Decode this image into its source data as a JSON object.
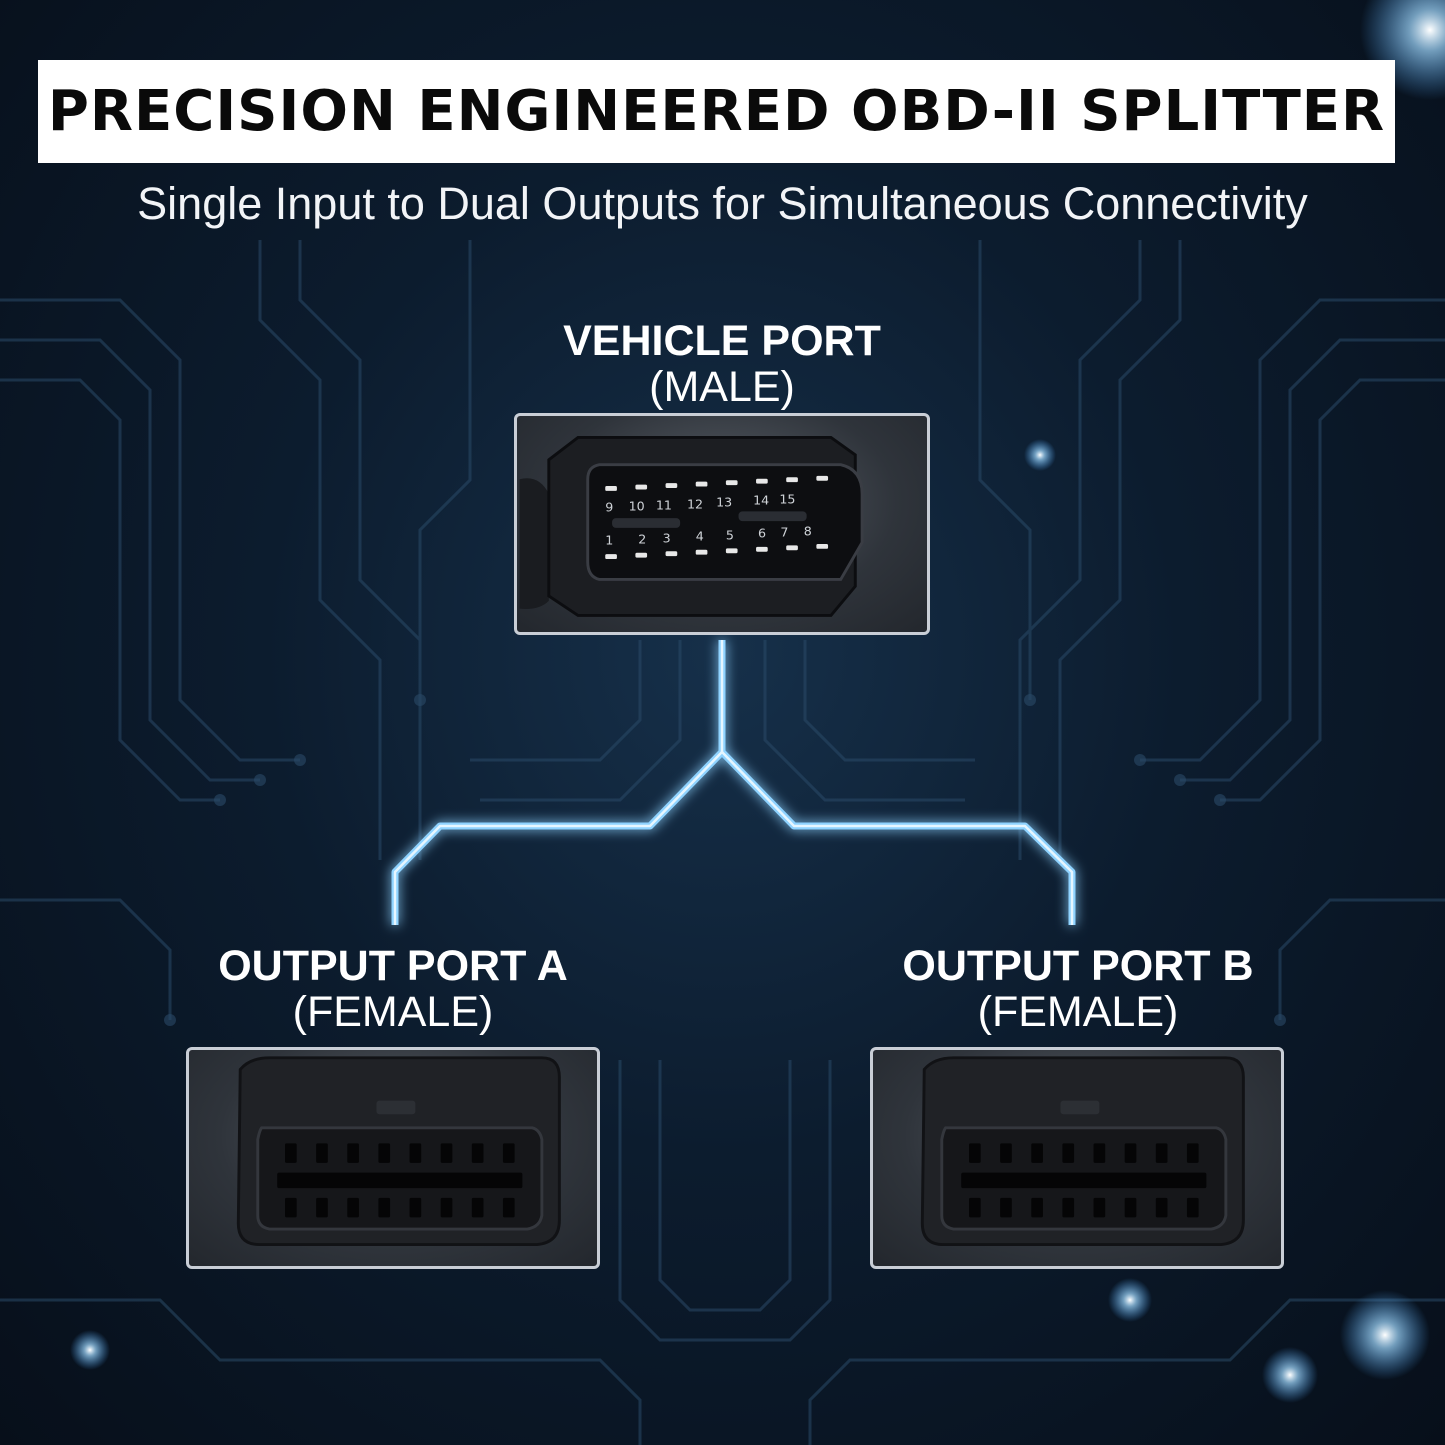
{
  "title": "PRECISION ENGINEERED OBD-II SPLITTER",
  "subtitle": "Single Input to Dual Outputs for Simultaneous Connectivity",
  "ports": {
    "vehicle": {
      "name": "VEHICLE PORT",
      "kind": "(MALE)"
    },
    "output_a": {
      "name": "OUTPUT PORT A",
      "kind": "(FEMALE)"
    },
    "output_b": {
      "name": "OUTPUT PORT B",
      "kind": "(FEMALE)"
    }
  },
  "connector_pins": {
    "top_row": [
      "9",
      "10",
      "11",
      "12",
      "13",
      "14",
      "15"
    ],
    "bottom_row": [
      "1",
      "2",
      "3",
      "4",
      "5",
      "6",
      "7",
      "8"
    ]
  },
  "colors": {
    "background": "#0c1c2e",
    "glow_line": "#8fd3ff",
    "frame_border": "#c9ced6"
  }
}
